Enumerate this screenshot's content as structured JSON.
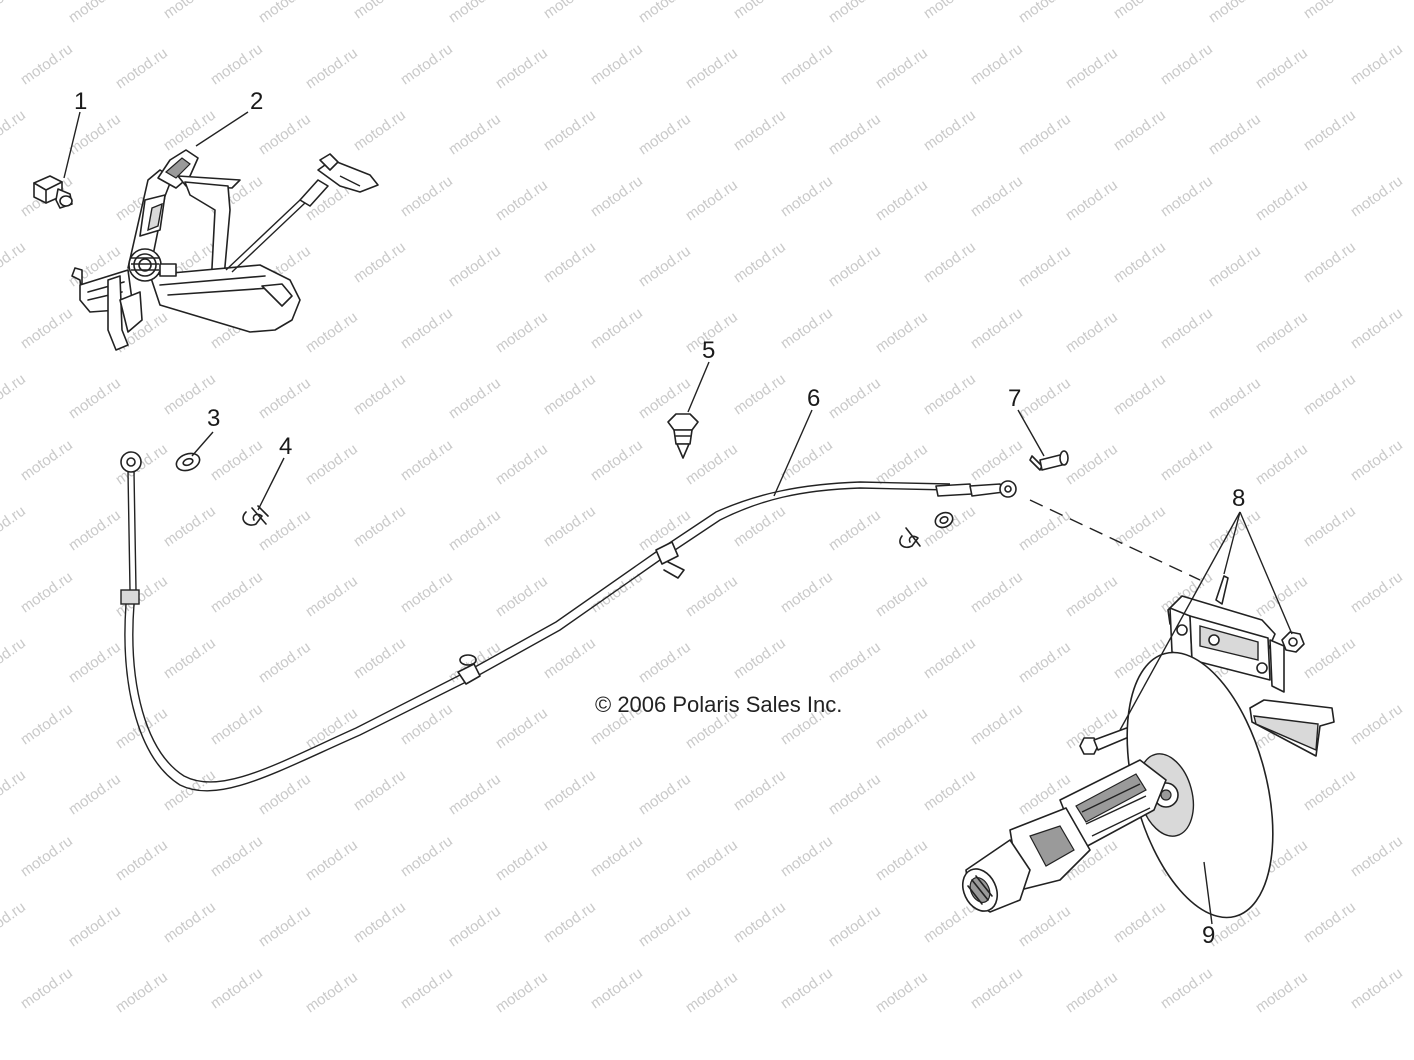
{
  "watermark": {
    "text": "motod.ru"
  },
  "copyright": "© 2006 Polaris Sales Inc.",
  "callouts": [
    {
      "id": "1",
      "label": "1"
    },
    {
      "id": "2",
      "label": "2"
    },
    {
      "id": "3",
      "label": "3"
    },
    {
      "id": "4",
      "label": "4"
    },
    {
      "id": "5",
      "label": "5"
    },
    {
      "id": "6",
      "label": "6"
    },
    {
      "id": "7",
      "label": "7"
    },
    {
      "id": "8",
      "label": "8"
    },
    {
      "id": "9",
      "label": "9"
    }
  ]
}
